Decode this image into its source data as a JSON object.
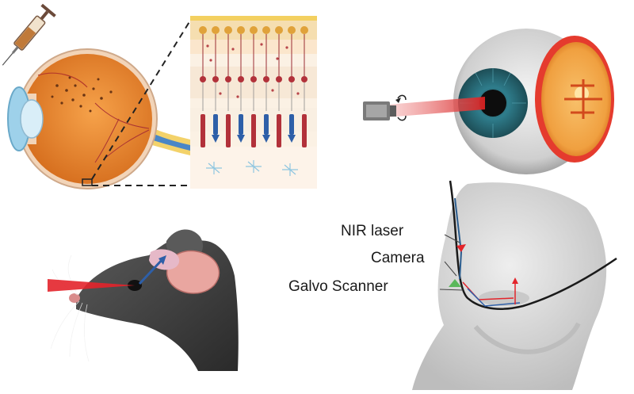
{
  "labels": {
    "nir_laser": "NIR laser",
    "camera": "Camera",
    "galvo_scanner": "Galvo Scanner"
  },
  "colors": {
    "retina_orange": "#e9822e",
    "sclera": "#f2d9c7",
    "laser_red": "#e3242b",
    "camera_green": "#5bb85b",
    "rod_blue": "#2e5fa8",
    "cone_red": "#b2313a",
    "iris_teal": "#2f7d8c",
    "mouse_fur": "#3c3c3c",
    "face_grey": "#d9d9d9"
  },
  "icons": [
    "syringe-icon",
    "eye-cross-section-icon",
    "retina-layers-icon",
    "laser-emitter-icon",
    "eyeball-icon",
    "mouse-head-icon",
    "human-face-icon"
  ]
}
